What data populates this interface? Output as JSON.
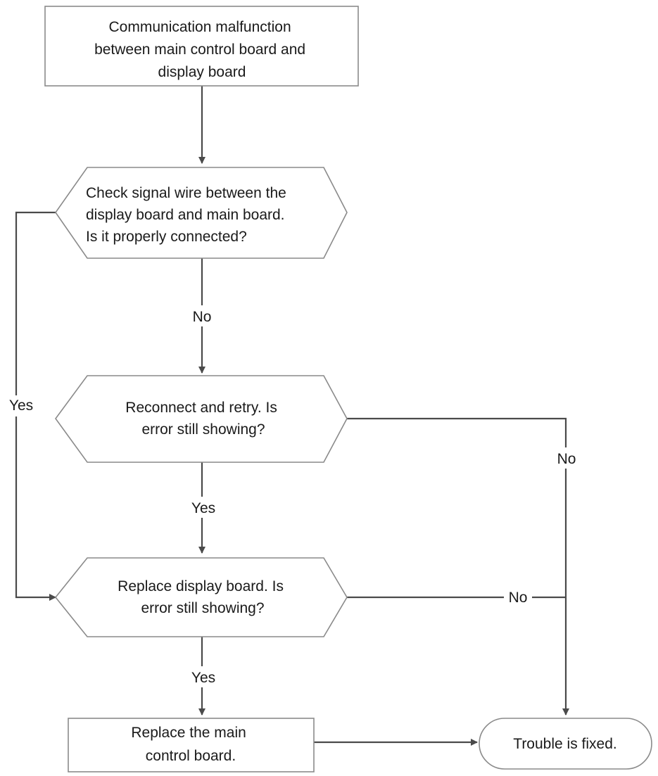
{
  "nodes": {
    "start": {
      "lines": [
        "Communication malfunction",
        "between main control board and",
        "display board"
      ]
    },
    "check_wire": {
      "lines": [
        "Check signal wire between the",
        "display board and main board.",
        "Is it properly connected?"
      ]
    },
    "reconnect": {
      "lines": [
        "Reconnect and retry. Is",
        "error still showing?"
      ]
    },
    "replace_display": {
      "lines": [
        "Replace display board. Is",
        "error still showing?"
      ]
    },
    "replace_main": {
      "lines": [
        "Replace the main",
        "control board."
      ]
    },
    "fixed": {
      "lines": [
        "Trouble is fixed."
      ]
    }
  },
  "edges": {
    "check_no": "No",
    "check_yes": "Yes",
    "reconnect_yes": "Yes",
    "reconnect_no": "No",
    "replace_display_no": "No",
    "replace_display_yes": "Yes"
  }
}
